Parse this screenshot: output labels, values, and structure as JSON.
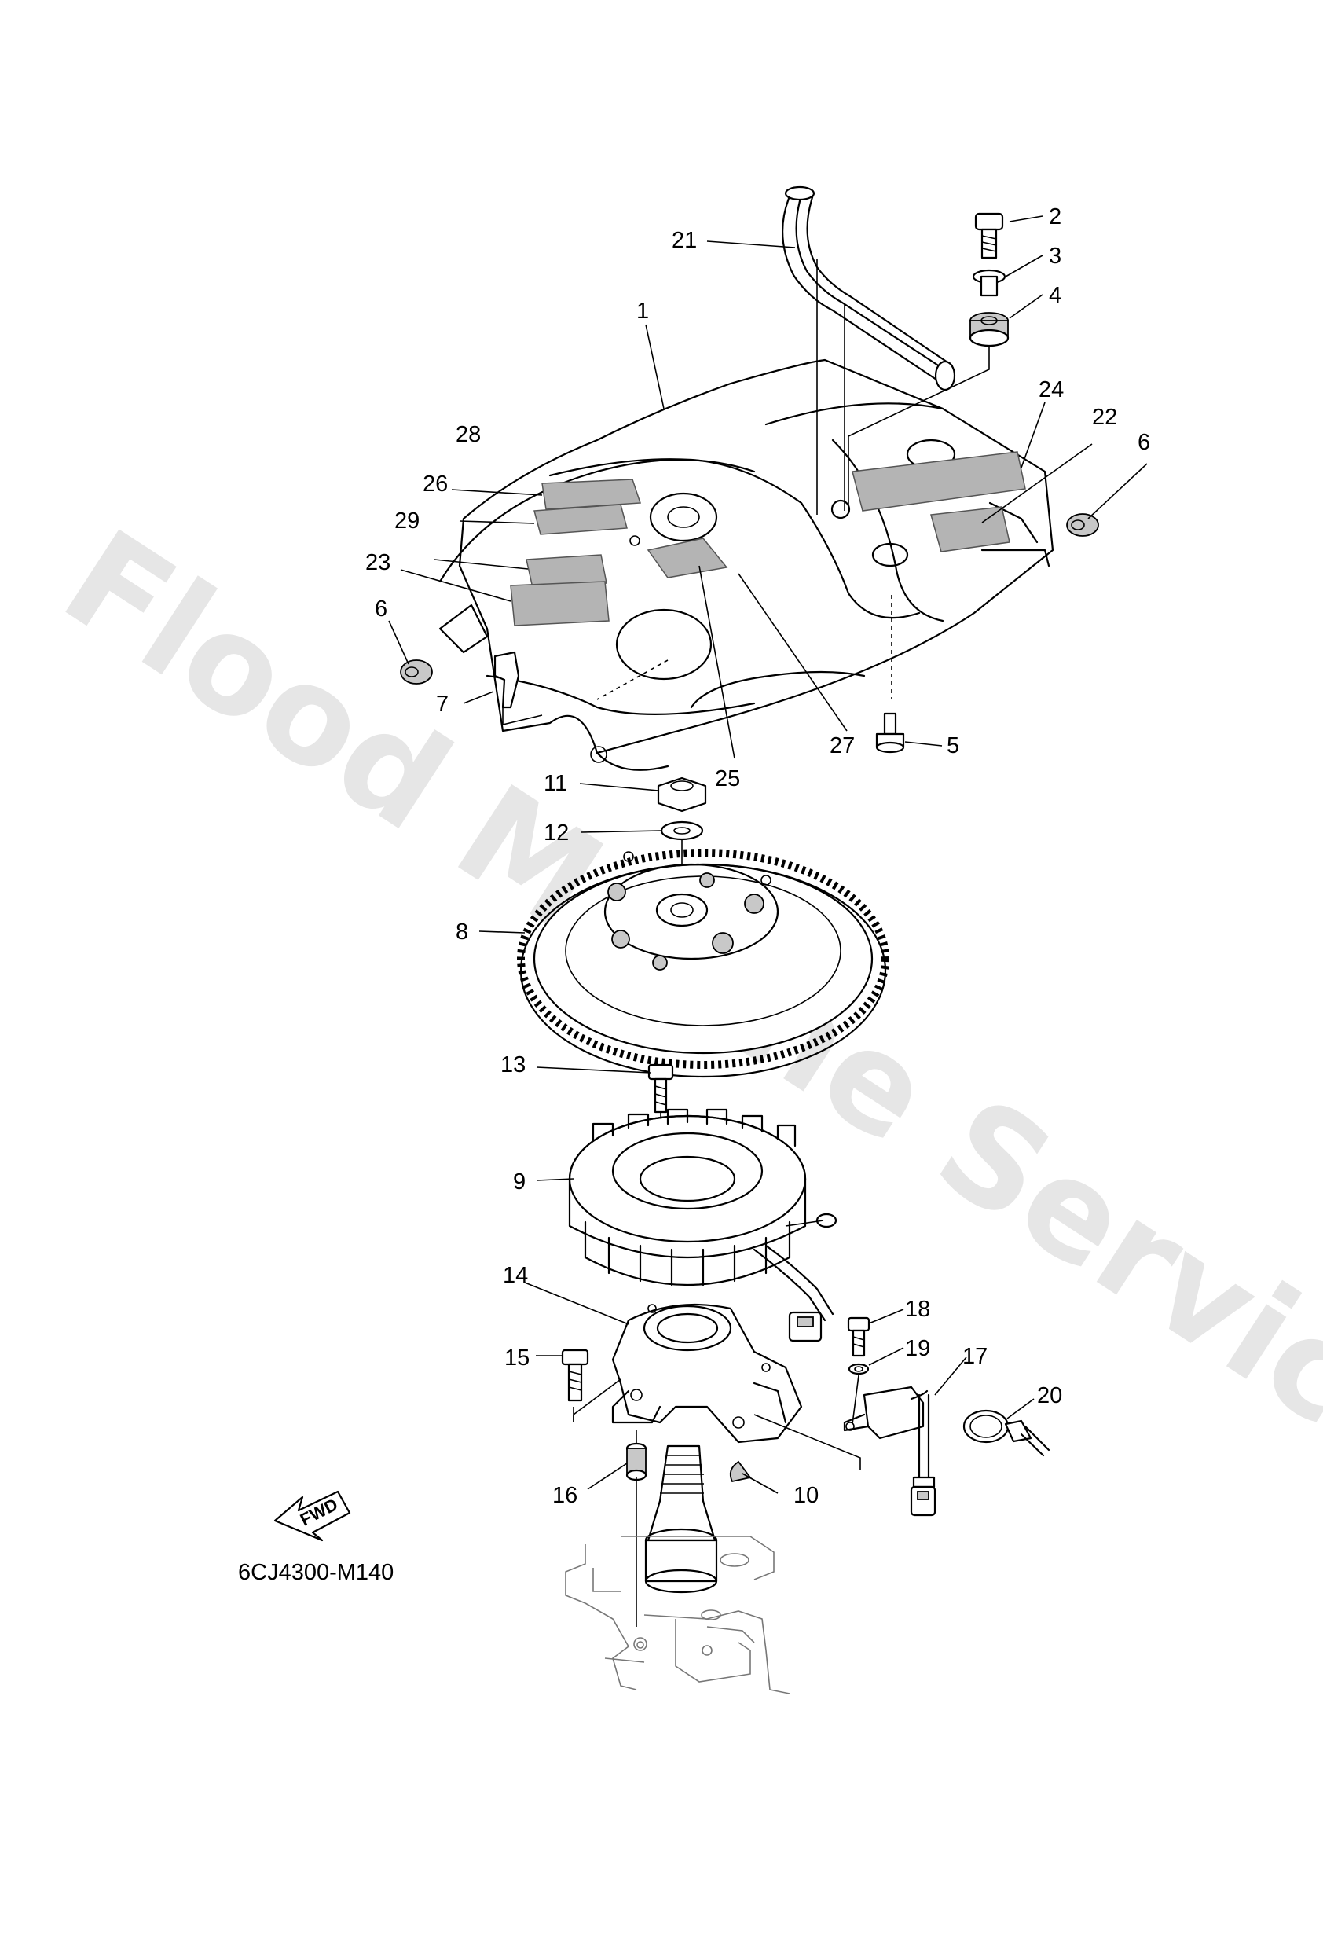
{
  "watermark": "Flood Marine Services",
  "diagram_code": "6CJ4300-M140",
  "fwd_label": "FWD",
  "callouts": [
    {
      "id": "1",
      "text": "1"
    },
    {
      "id": "2",
      "text": "2"
    },
    {
      "id": "3",
      "text": "3"
    },
    {
      "id": "4",
      "text": "4"
    },
    {
      "id": "5",
      "text": "5"
    },
    {
      "id": "6a",
      "text": "6"
    },
    {
      "id": "6b",
      "text": "6"
    },
    {
      "id": "7",
      "text": "7"
    },
    {
      "id": "8",
      "text": "8"
    },
    {
      "id": "9",
      "text": "9"
    },
    {
      "id": "10",
      "text": "10"
    },
    {
      "id": "11",
      "text": "11"
    },
    {
      "id": "12",
      "text": "12"
    },
    {
      "id": "13",
      "text": "13"
    },
    {
      "id": "14",
      "text": "14"
    },
    {
      "id": "15",
      "text": "15"
    },
    {
      "id": "16",
      "text": "16"
    },
    {
      "id": "17",
      "text": "17"
    },
    {
      "id": "18",
      "text": "18"
    },
    {
      "id": "19",
      "text": "19"
    },
    {
      "id": "20",
      "text": "20"
    },
    {
      "id": "21",
      "text": "21"
    },
    {
      "id": "22",
      "text": "22"
    },
    {
      "id": "23",
      "text": "23"
    },
    {
      "id": "24",
      "text": "24"
    },
    {
      "id": "25",
      "text": "25"
    },
    {
      "id": "26",
      "text": "26"
    },
    {
      "id": "27",
      "text": "27"
    },
    {
      "id": "28",
      "text": "28"
    },
    {
      "id": "29",
      "text": "29"
    }
  ]
}
